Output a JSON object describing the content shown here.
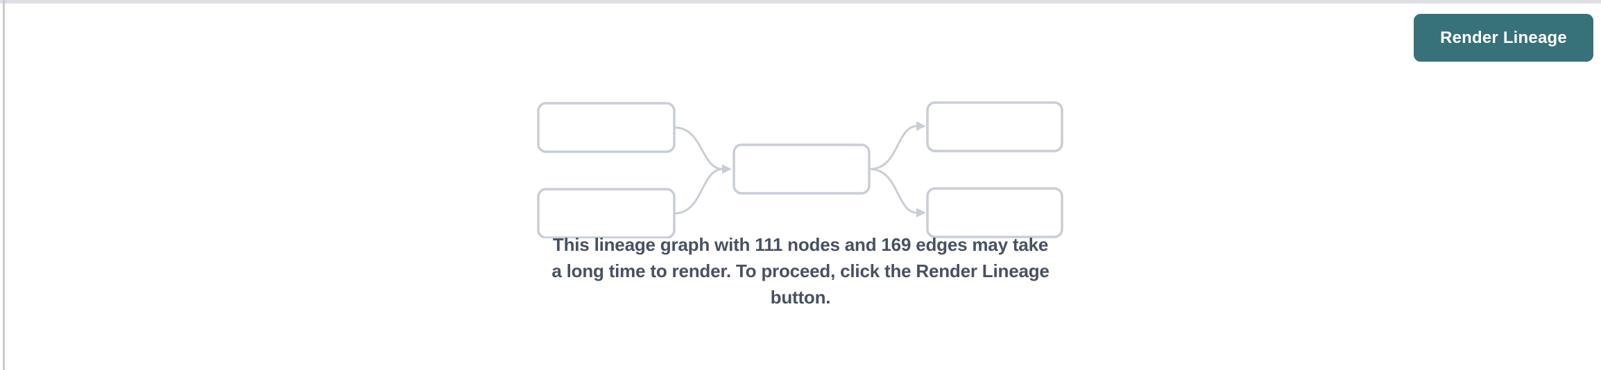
{
  "page": {
    "background": "#ffffff",
    "top_border_color": "#dedde2",
    "left_border_color": "#c9cacf"
  },
  "toolbar": {
    "render_button": {
      "label": "Render Lineage",
      "background": "#377179",
      "text_color": "#ffffff"
    }
  },
  "placeholder_graph": {
    "style": "empty lineage graph preview: 2 source nodes, 1 middle node, 2 target nodes connected by curved arrows",
    "node_stroke_color": "#c9ced6",
    "edge_color": "#c9ced6"
  },
  "message": {
    "lines": [
      "This lineage graph with 111 nodes and 169 edges may take",
      "a long time to render. To proceed, click the Render Lineage",
      "button."
    ],
    "node_count": "111",
    "edge_count": "169",
    "text_color": "#475161"
  }
}
